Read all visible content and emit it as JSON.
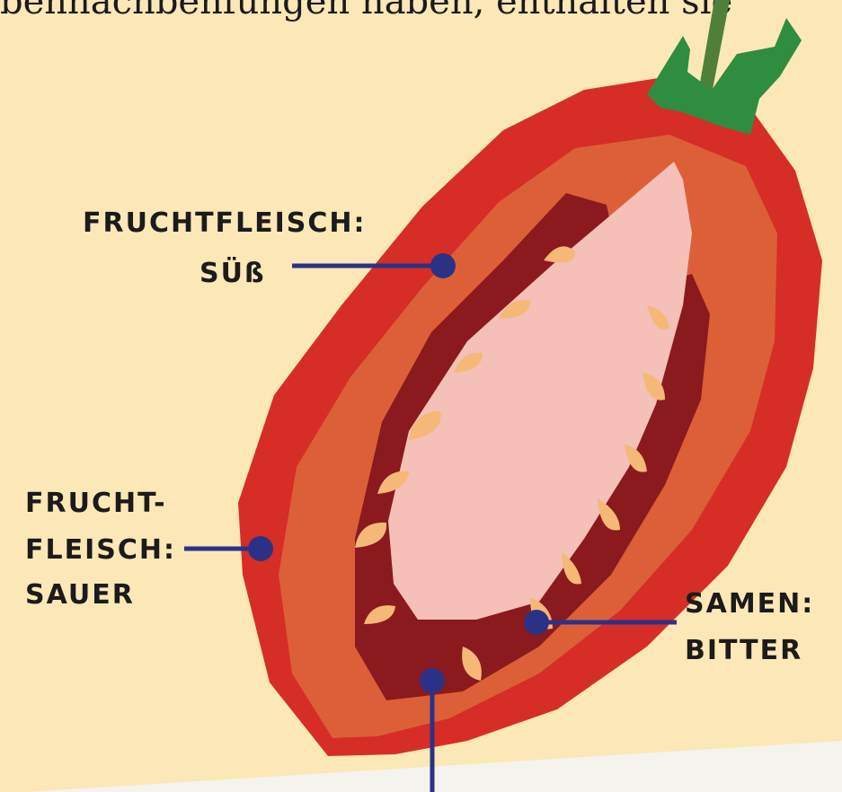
{
  "header_text_fragment": "bennachbenfungen haben, enthalten sie",
  "labels": {
    "fruchtfleisch_suess": [
      "FRUCHTFLEISCH:",
      "SÜß"
    ],
    "fruchtfleisch_sauer": [
      "FRUCHT-",
      "FLEISCH:",
      "SAUER"
    ],
    "samen_bitter": [
      "SAMEN:",
      "BITTER"
    ]
  },
  "colors": {
    "paper": "#fbe8b6",
    "skin": "#d62d27",
    "outer_flesh": "#dd5f38",
    "inner_flesh": "#8a1a1d",
    "core": "#f4c0b8",
    "seed": "#f5b877",
    "leaf": "#2f8d3f",
    "stem": "#4e8137",
    "marker": "#2b3286"
  }
}
